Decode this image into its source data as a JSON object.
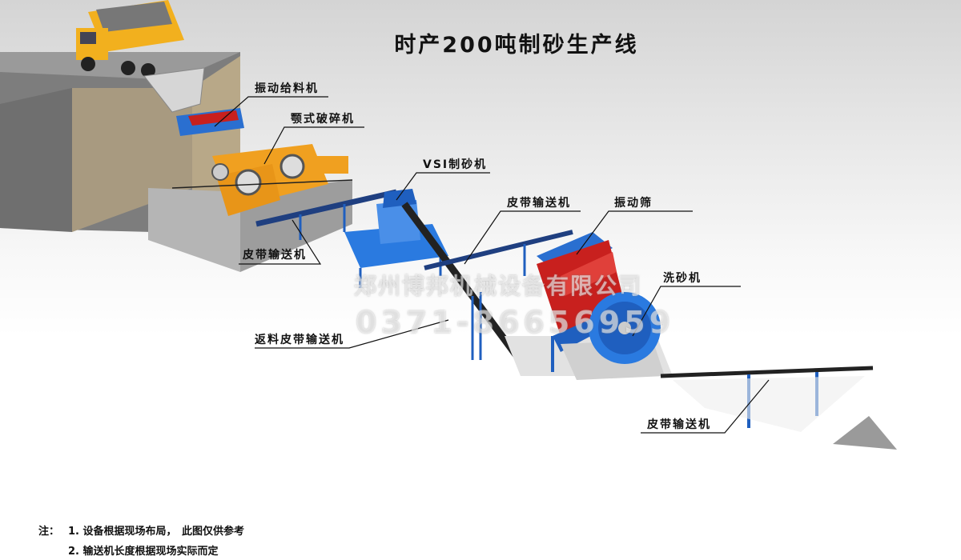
{
  "title": "时产200吨制砂生产线",
  "labels": {
    "feeder": "振动给料机",
    "jaw_crusher": "颚式破碎机",
    "vsi": "VSI制砂机",
    "belt_conveyor_mid": "皮带输送机",
    "vibrating_screen": "振动筛",
    "belt_conveyor_left": "皮带输送机",
    "sand_washer": "洗砂机",
    "return_conveyor": "返料皮带输送机",
    "belt_conveyor_bottom": "皮带输送机"
  },
  "watermark": {
    "company": "郑州博邦机械设备有限公司",
    "phone": "0371-86656959"
  },
  "notes": {
    "prefix": "注：",
    "line1": "1. 设备根据现场布局，　此图仅供参考",
    "line2": "2. 输送机长度根据现场实际而定"
  },
  "colors": {
    "frame_blue": "#1f5fbf",
    "screen_red": "#c8201e",
    "crusher_orange": "#f0a020",
    "wall_gray": "#8a8a8a"
  }
}
